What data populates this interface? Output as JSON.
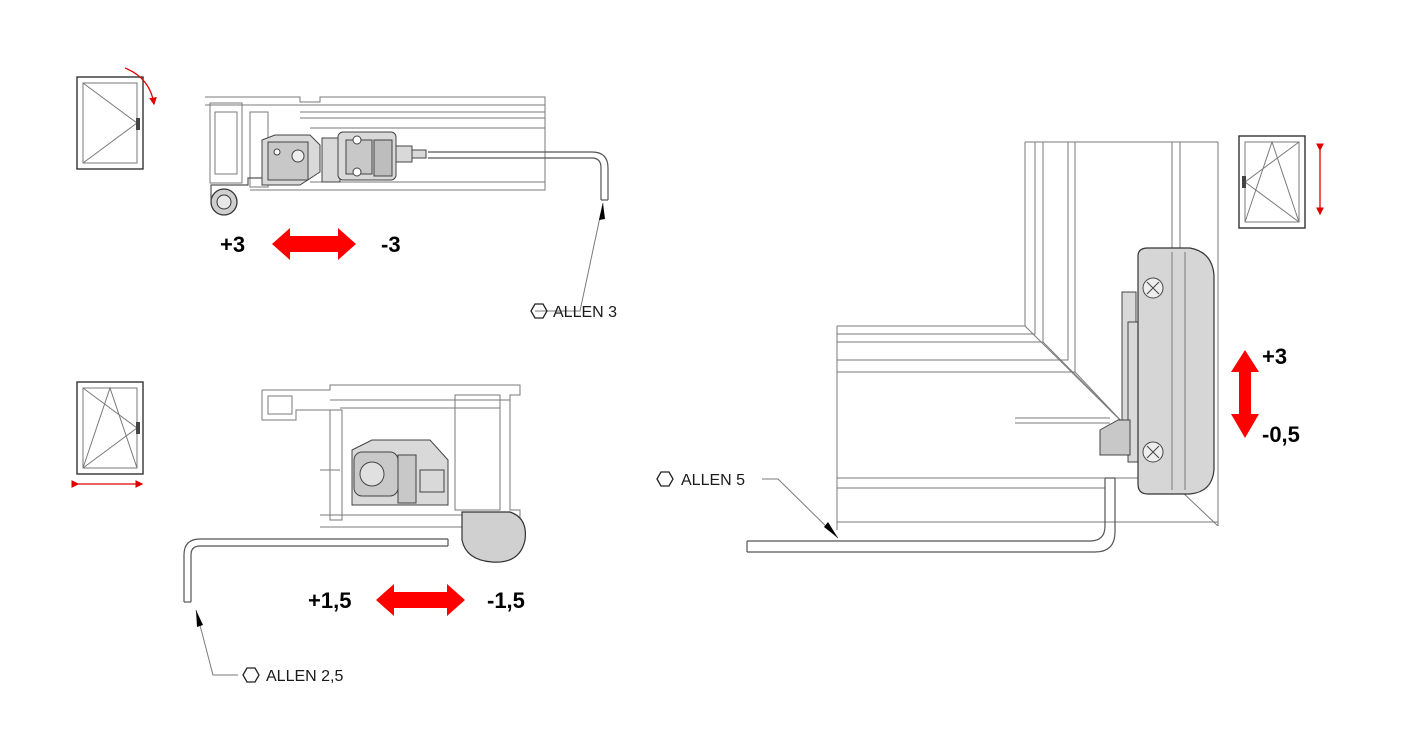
{
  "colors": {
    "arrow": "#ff0000",
    "ink": "#000000",
    "line": "#7a7a7a",
    "part": "#d9d9d9"
  },
  "icons": {
    "hex_key": "hexagon-icon"
  },
  "adjust_top": {
    "plus": "+3",
    "minus": "-3",
    "tool": "ALLEN 3"
  },
  "adjust_bottom": {
    "plus": "+1,5",
    "minus": "-1,5",
    "tool": "ALLEN 2,5"
  },
  "adjust_right": {
    "plus": "+3",
    "minus": "-0,5",
    "tool": "ALLEN 5"
  }
}
